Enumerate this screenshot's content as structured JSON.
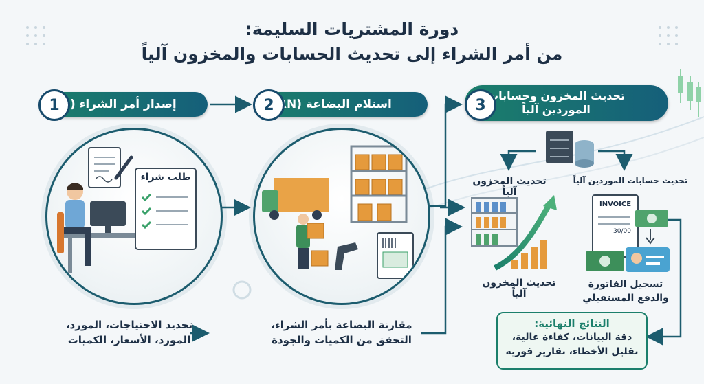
{
  "title": {
    "line1": "دورة المشتريات السليمة:",
    "line2": "من أمر الشراء إلى تحديث الحسابات والمخزون آلياً"
  },
  "steps": [
    {
      "number": "1",
      "label": "إصدار أمر الشراء (PO)",
      "description": [
        "تحديد الاحتياجات، المورد،",
        "المورد، الأسعار، الكميات"
      ],
      "doc_label": "طلب شراء"
    },
    {
      "number": "2",
      "label": "استلام البضاعة (GRN)",
      "description": [
        "مقارنة البضاعة بأمر الشراء،",
        "التحقق من الكميات والجودة"
      ]
    },
    {
      "number": "3",
      "label": [
        "تحديث المخزون وحسابات",
        "الموردين آلياً"
      ]
    }
  ],
  "branches": {
    "inventory_top": "تحديث المخزون آلياً",
    "inventory_bottom": "تحديث المخزون آلياً",
    "suppliers_top": "تحديث حسابات الموردين آلياً",
    "suppliers_bottom": [
      "تسجيل الفاتورة",
      "والدفع المستقبلي"
    ],
    "invoice_label": "INVOICE",
    "invoice_amount": "30/00"
  },
  "results": {
    "title": "النتائج النهائية:",
    "lines": [
      "دقة البيانات، كفاءة عالية،",
      "تقليل الأخطاء، تقارير فورية"
    ]
  },
  "colors": {
    "navy": "#1d2f45",
    "teal": "#1b7f6b",
    "blue": "#155f7a"
  }
}
